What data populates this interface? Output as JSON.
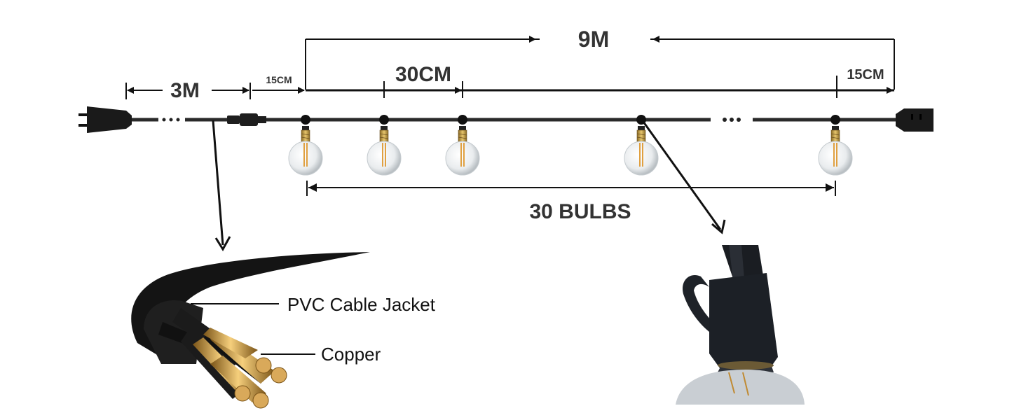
{
  "dimensions": {
    "total_length": "9M",
    "lead_length": "3M",
    "start_gap": "15CM",
    "end_gap": "15CM",
    "bulb_spacing": "30CM",
    "bulb_count": "30 BULBS"
  },
  "cable_callouts": {
    "jacket": "PVC Cable Jacket",
    "conductor": "Copper"
  },
  "icons": [
    "plug-icon",
    "connector-icon",
    "socket-icon",
    "bulb-icon",
    "cable-cross-section-icon",
    "bulb-socket-closeup-icon"
  ],
  "colors": {
    "cable": "#2a2a2a",
    "text": "#333333",
    "bulb_glass": "#eceff1",
    "bulb_base": "#c9a44a",
    "filament": "#f0a93a"
  }
}
